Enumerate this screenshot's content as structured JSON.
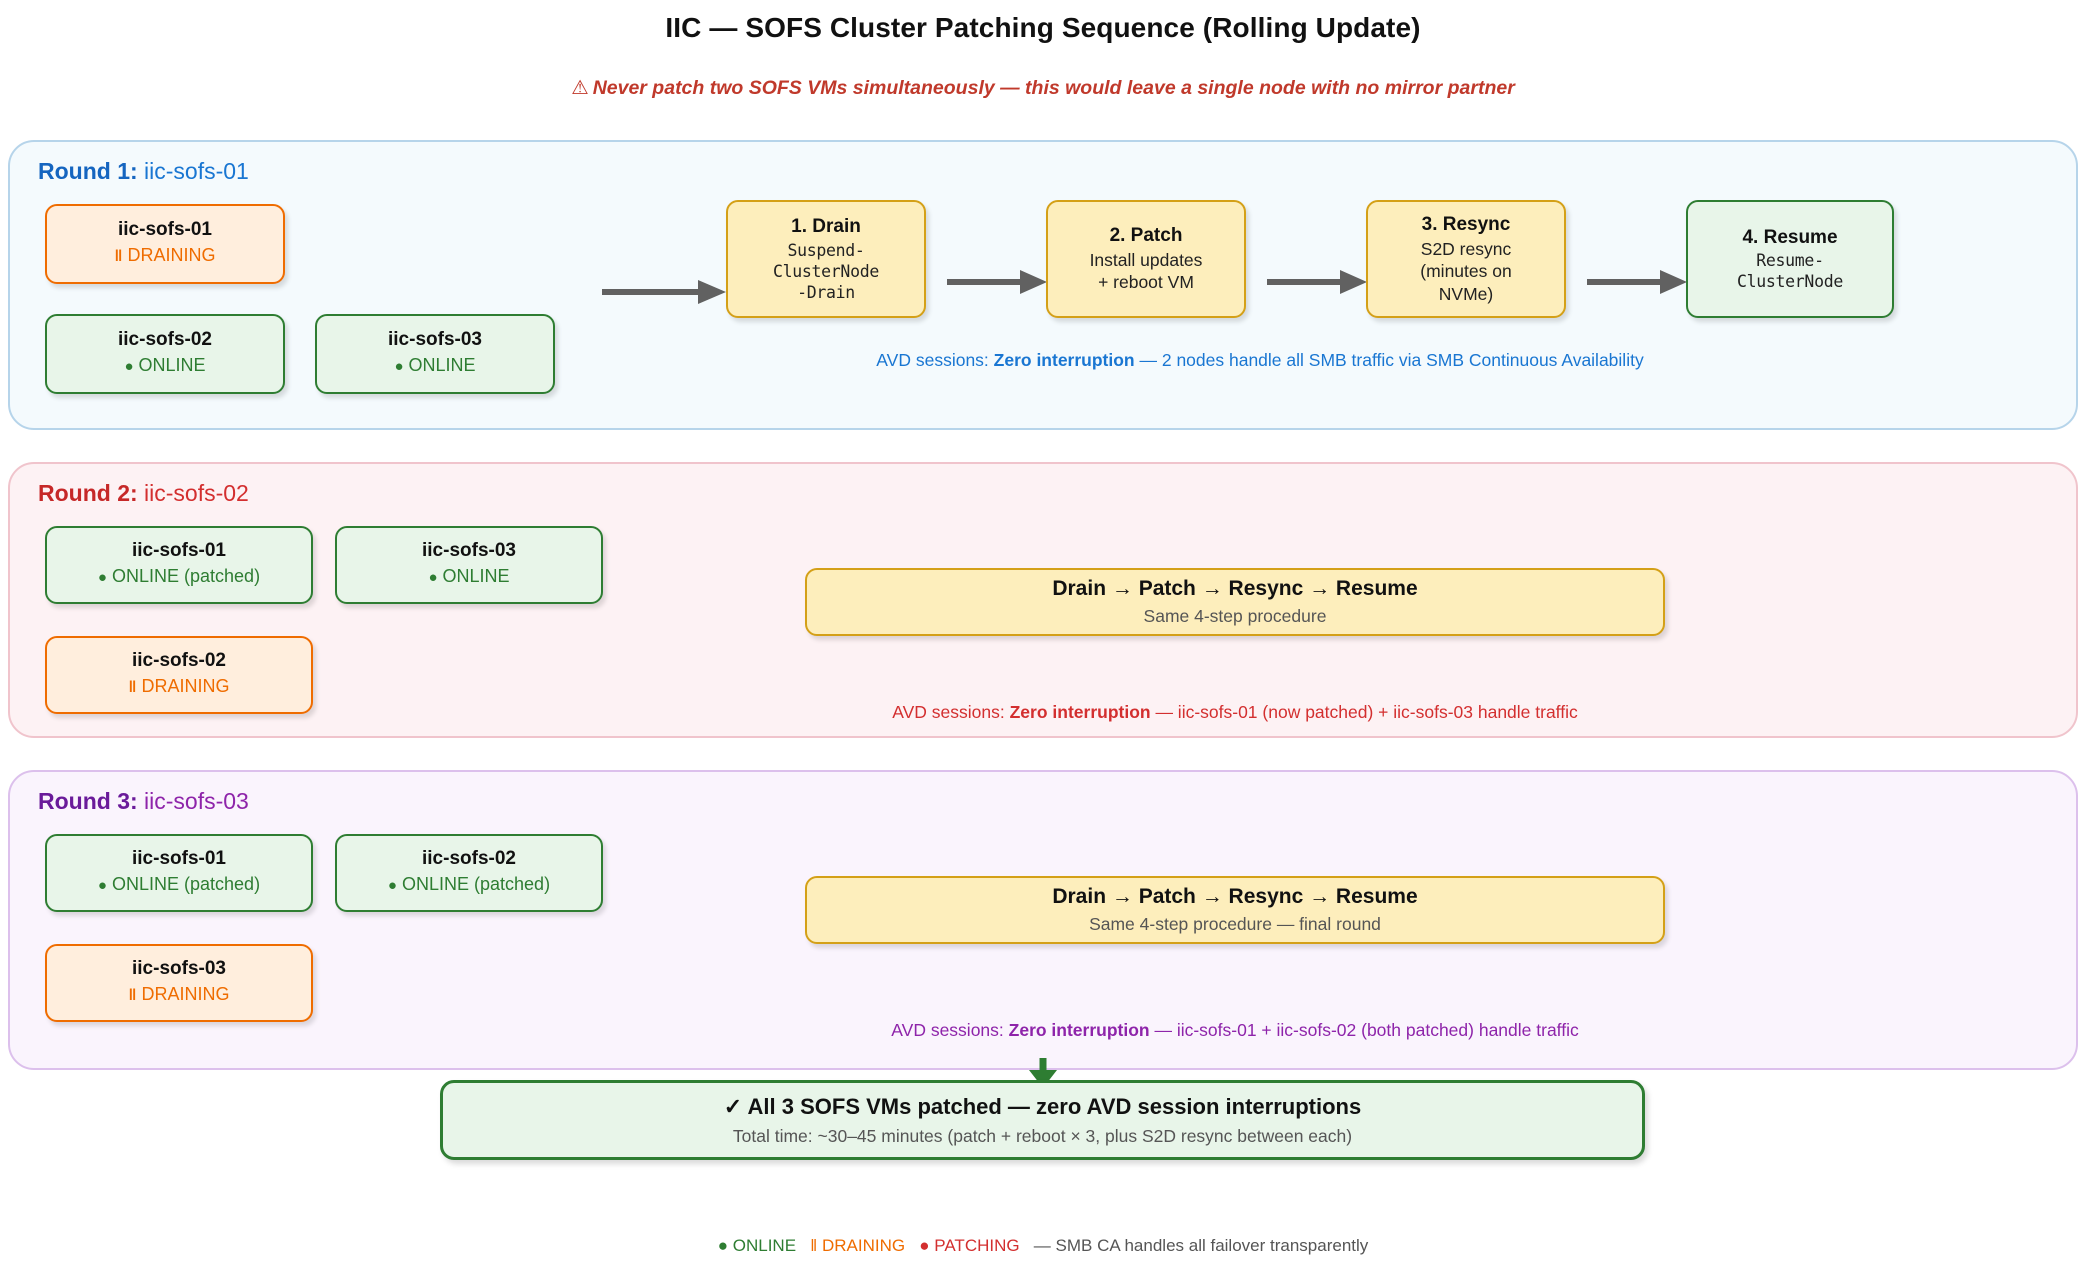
{
  "header": {
    "title": "IIC — SOFS Cluster Patching Sequence (Rolling Update)",
    "warning_icon": "⚠",
    "subtitle": "Never patch two SOFS VMs simultaneously — this would leave a single node with no mirror partner"
  },
  "rounds": [
    {
      "label": "Round 1:",
      "node": "iic-sofs-01",
      "nodes": [
        {
          "name": "iic-sofs-01",
          "status": "DRAINING",
          "state": "draining",
          "marker": "‖"
        },
        {
          "name": "iic-sofs-02",
          "status": "ONLINE",
          "state": "online",
          "marker": "●"
        },
        {
          "name": "iic-sofs-03",
          "status": "ONLINE",
          "state": "online",
          "marker": "●"
        }
      ],
      "steps": [
        {
          "title": "1. Drain",
          "desc": "Suspend-\nClusterNode\n-Drain",
          "mono": true,
          "kind": "patch"
        },
        {
          "title": "2. Patch",
          "desc": "Install updates\n+ reboot VM",
          "mono": false,
          "kind": "patch"
        },
        {
          "title": "3. Resync",
          "desc": "S2D resync\n(minutes on\nNVMe)",
          "mono": false,
          "kind": "patch"
        },
        {
          "title": "4. Resume",
          "desc": "Resume-\nClusterNode",
          "mono": true,
          "kind": "resume"
        }
      ],
      "avd_prefix": "AVD sessions: ",
      "avd_bold": "Zero interruption",
      "avd_suffix": " — 2 nodes handle all SMB traffic via SMB Continuous Availability"
    },
    {
      "label": "Round 2:",
      "node": "iic-sofs-02",
      "nodes": [
        {
          "name": "iic-sofs-01",
          "status": "ONLINE (patched)",
          "state": "online",
          "marker": "●"
        },
        {
          "name": "iic-sofs-03",
          "status": "ONLINE",
          "state": "online",
          "marker": "●"
        },
        {
          "name": "iic-sofs-02",
          "status": "DRAINING",
          "state": "draining",
          "marker": "‖"
        }
      ],
      "procbar_title": "Drain → Patch → Resync → Resume",
      "procbar_sub": "Same 4-step procedure",
      "avd_prefix": "AVD sessions: ",
      "avd_bold": "Zero interruption",
      "avd_suffix": " — iic-sofs-01 (now patched) + iic-sofs-03 handle traffic"
    },
    {
      "label": "Round 3:",
      "node": "iic-sofs-03",
      "nodes": [
        {
          "name": "iic-sofs-01",
          "status": "ONLINE (patched)",
          "state": "online",
          "marker": "●"
        },
        {
          "name": "iic-sofs-02",
          "status": "ONLINE (patched)",
          "state": "online",
          "marker": "●"
        },
        {
          "name": "iic-sofs-03",
          "status": "DRAINING",
          "state": "draining",
          "marker": "‖"
        }
      ],
      "procbar_title": "Drain → Patch → Resync → Resume",
      "procbar_sub": "Same 4-step procedure — final round",
      "avd_prefix": "AVD sessions: ",
      "avd_bold": "Zero interruption",
      "avd_suffix": " — iic-sofs-01 + iic-sofs-02 (both patched) handle traffic"
    }
  ],
  "final": {
    "title": "✓ All 3 SOFS VMs patched — zero AVD session interruptions",
    "subtitle": "Total time: ~30–45 minutes (patch + reboot × 3, plus S2D resync between each)"
  },
  "legend": {
    "online_marker": "●",
    "online": "ONLINE",
    "draining_marker": "‖",
    "draining": "DRAINING",
    "patching_marker": "●",
    "patching": "PATCHING",
    "tail": "— SMB CA handles all failover transparently"
  },
  "colors": {
    "round1_accent": "#1976d2",
    "round2_accent": "#d32f2f",
    "round3_accent": "#8e24aa",
    "online": "#2e7d32",
    "draining": "#ef6c00",
    "patching": "#d32f2f",
    "step_fill": "#fdeebc",
    "step_border": "#d4a017",
    "warning_text": "#c0392b"
  }
}
